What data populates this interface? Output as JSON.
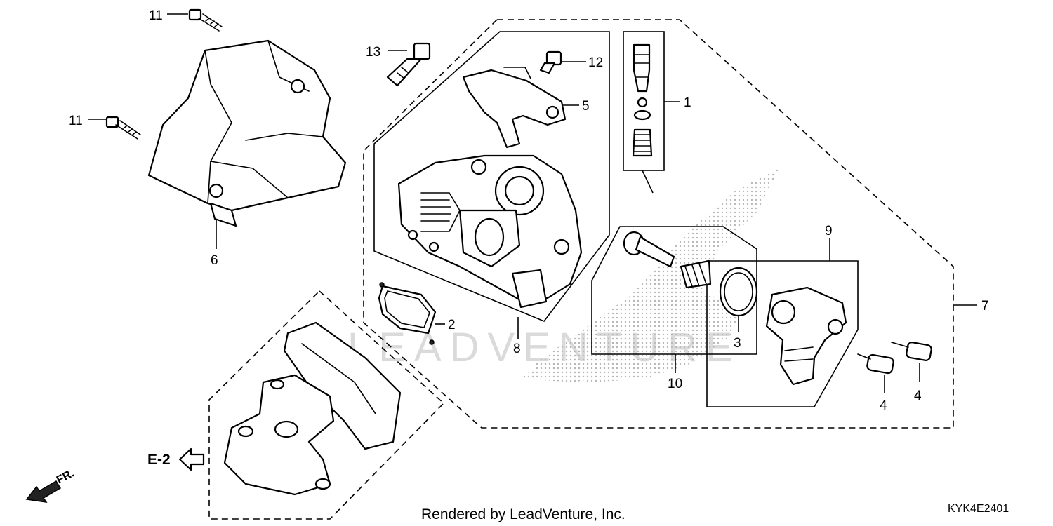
{
  "callouts": {
    "c1": "1",
    "c2": "2",
    "c3": "3",
    "c4a": "4",
    "c4b": "4",
    "c5": "5",
    "c6": "6",
    "c7": "7",
    "c8": "8",
    "c9": "9",
    "c10": "10",
    "c11a": "11",
    "c11b": "11",
    "c12": "12",
    "c13": "13"
  },
  "reference": "E-2",
  "direction": "FR.",
  "watermark": "LEADVENTURE",
  "footer": "Rendered by LeadVenture, Inc.",
  "diagram_code": "KYK4E2401",
  "colors": {
    "line": "#000000",
    "watermark": "#bdbdbd",
    "background": "#ffffff"
  },
  "icons": {
    "reference_arrow": "arrow-left-outline-icon",
    "direction_arrow": "front-arrow-icon"
  }
}
